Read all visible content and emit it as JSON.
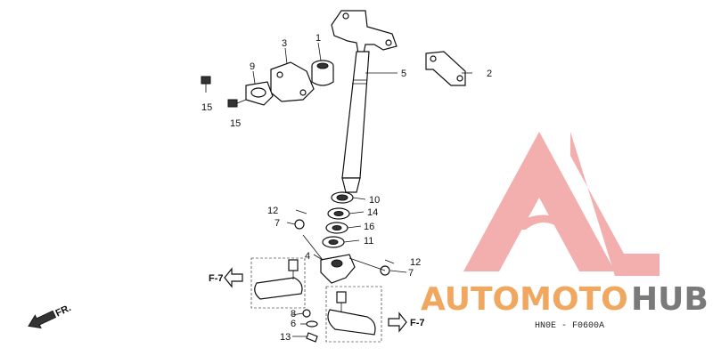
{
  "diagram": {
    "callouts": {
      "p1": "1",
      "p2": "2",
      "p3": "3",
      "p4": "4",
      "p5": "5",
      "p6": "6",
      "p7a": "7",
      "p7b": "7",
      "p8": "8",
      "p9": "9",
      "p10": "10",
      "p11": "11",
      "p12a": "12",
      "p12b": "12",
      "p13": "13",
      "p14": "14",
      "p15a": "15",
      "p15b": "15",
      "p16": "16"
    },
    "refs": {
      "left": "F-7",
      "right": "F-7"
    },
    "direction": "FR.",
    "drawing_code": "HN0E - F0600A"
  },
  "watermark": {
    "brand_left": "AUTOMOTO",
    "brand_right": "HUB",
    "color_left": "#f0a860",
    "color_right": "#7a7a7a",
    "logo_color": "#f2a0a0"
  }
}
